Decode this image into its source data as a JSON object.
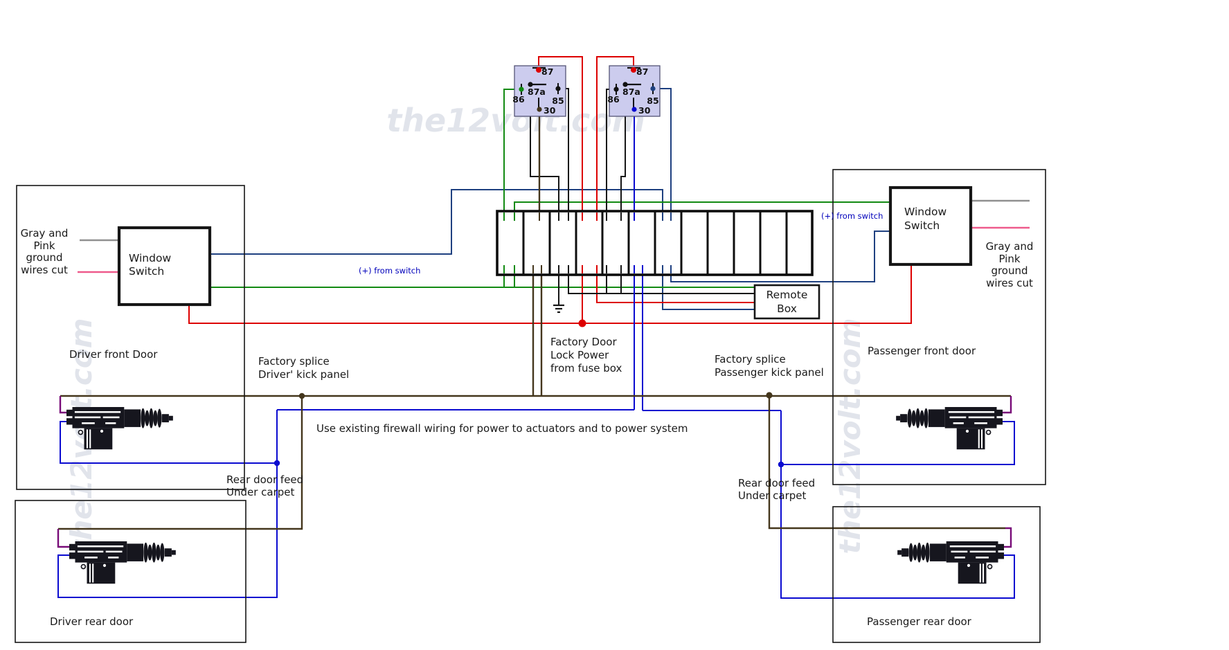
{
  "watermark": {
    "text": "the12volt.com"
  },
  "relays": {
    "left": {
      "pins": {
        "p87": "87",
        "p87a": "87a",
        "p86": "86",
        "p85": "85",
        "p30": "30"
      }
    },
    "right": {
      "pins": {
        "p87": "87",
        "p87a": "87a",
        "p86": "86",
        "p85": "85",
        "p30": "30"
      }
    }
  },
  "components": {
    "window_switch": {
      "label": "Window\nSwitch"
    },
    "remote_box": {
      "label": "Remote\nBox"
    }
  },
  "doors": {
    "driver_front": {
      "label": "Driver front Door"
    },
    "driver_rear": {
      "label": "Driver rear door"
    },
    "passenger_front": {
      "label": "Passenger front door"
    },
    "passenger_rear": {
      "label": "Passenger rear door"
    }
  },
  "notes": {
    "ground_wires_left": "Gray and\nPink\nground\nwires cut",
    "ground_wires_right": "Gray and\nPink\nground\nwires cut",
    "factory_splice_driver": "Factory splice\nDriver' kick panel",
    "factory_splice_passenger": "Factory splice\nPassenger kick panel",
    "factory_door_lock_power": "Factory Door\nLock Power\nfrom fuse box",
    "firewall_wiring": "Use existing firewall wiring for power to actuators and to power system",
    "rear_door_feed_left": "Rear door feed\nUnder carpet",
    "rear_door_feed_right": "Rear door feed\nUnder carpet",
    "plus_from_switch_left": "(+) from switch",
    "plus_from_switch_right": "(+) from switch"
  },
  "colors": {
    "red": "#dd0000",
    "green": "#128a12",
    "navy": "#1e4080",
    "blue": "#0a0ad0",
    "brown": "#44361c",
    "purple": "#780a78",
    "gray": "#909090",
    "pink": "#ee5a8c",
    "relay_fill": "#ccccee",
    "watermark": "#c9cedb"
  }
}
